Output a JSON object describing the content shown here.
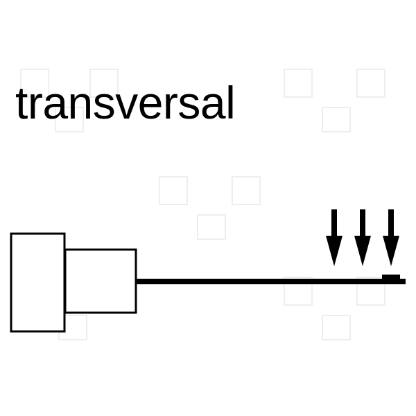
{
  "title": "transversal",
  "colors": {
    "stroke": "#000000",
    "background": "#ffffff"
  },
  "arrow_count": 3,
  "force_direction": "down"
}
